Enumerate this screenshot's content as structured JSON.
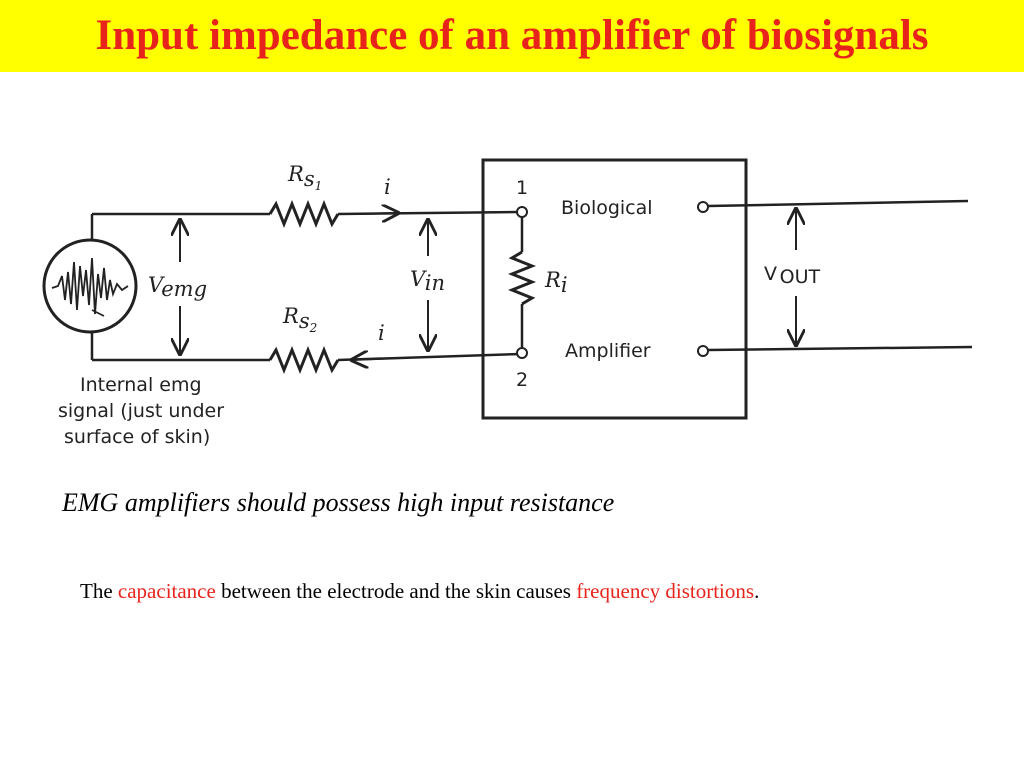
{
  "slide": {
    "title": "Input impedance of an amplifier of biosignals",
    "caption": "EMG amplifiers should possess high input resistance",
    "note": {
      "part1": "The ",
      "highlight1": "capacitance",
      "part2": " between the electrode and the skin causes ",
      "highlight2": "frequency distortions",
      "part3": "."
    }
  },
  "diagram": {
    "rs1": {
      "symbol": "R",
      "sub": "s",
      "subsub": "1"
    },
    "rs2": {
      "symbol": "R",
      "sub": "s",
      "subsub": "2"
    },
    "ri": {
      "symbol": "R",
      "sub": "i"
    },
    "current_top": "i",
    "current_bottom": "i",
    "vemg": {
      "symbol": "V",
      "sub": "emg"
    },
    "vin": {
      "symbol": "V",
      "sub": "in"
    },
    "vout": {
      "symbol": "V",
      "sub": "OUT"
    },
    "node1": "1",
    "node2": "2",
    "label_biological": "Biological",
    "label_amplifier": "Amplifier",
    "source_caption": [
      "Internal emg",
      "signal (just under",
      "surface of skin)"
    ]
  },
  "colors": {
    "title_background": "#ffff00",
    "title_text": "#e8231c",
    "highlight_text": "#e8231c"
  }
}
